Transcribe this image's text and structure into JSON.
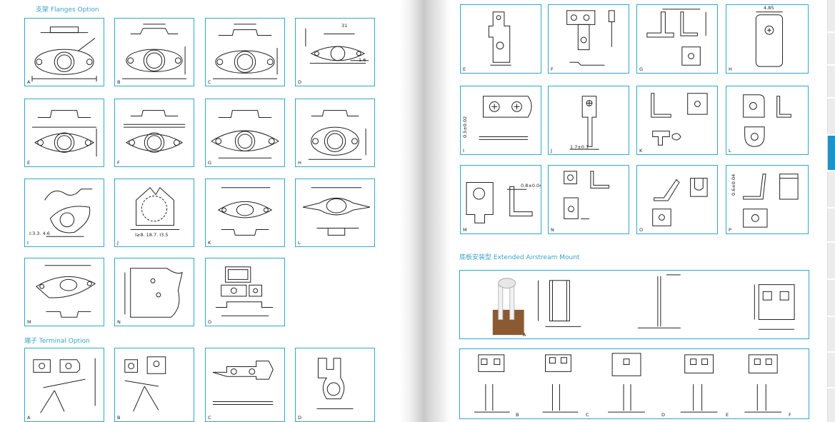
{
  "left_page": {
    "flanges_title": "支架 Flanges Option",
    "terminal_title": "端子 Terminal Option",
    "flange_labels": [
      "A",
      "B",
      "C",
      "D",
      "E",
      "F",
      "G",
      "H",
      "I",
      "J",
      "K",
      "L",
      "M",
      "N",
      "O"
    ],
    "terminal_labels": [
      "A",
      "B",
      "C",
      "D"
    ],
    "dims": {
      "d_top": "31",
      "d_side": "1.6",
      "j_note": "Ι≥8. 18.7. Ι3.5",
      "i_note": "Ι:3.3. 4.6"
    }
  },
  "right_page": {
    "terminal_labels": [
      "E",
      "F",
      "G",
      "H",
      "I",
      "J",
      "K",
      "L",
      "M",
      "N",
      "O",
      "P"
    ],
    "dims": {
      "h_top": "4.85",
      "j_dim": "1.7±0.1",
      "i_dim": "0.5±0.02",
      "m_dim": "0.8±0.04",
      "p_dim": "0.6±0.04"
    },
    "airstream_title": "底板安装型 Extended Airstream Mount",
    "airstream_labels": [
      "A",
      "B",
      "C",
      "D",
      "E",
      "F"
    ]
  }
}
